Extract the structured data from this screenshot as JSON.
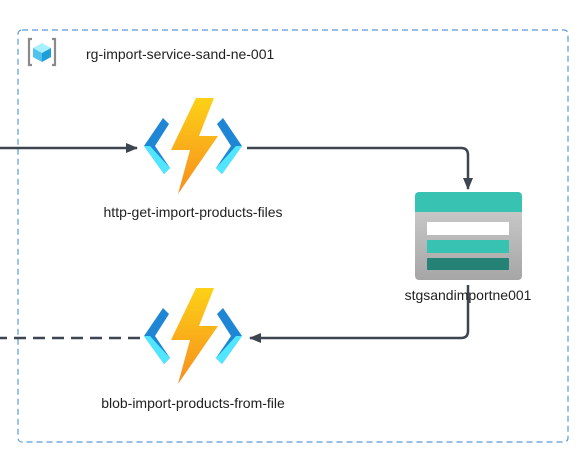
{
  "resource_group": {
    "name": "rg-import-service-sand-ne-001",
    "icon": "resource-group-icon"
  },
  "nodes": [
    {
      "id": "http-fn",
      "label": "http-get-import-products-files",
      "icon": "azure-function-icon"
    },
    {
      "id": "storage",
      "label": "stgsandimportne001",
      "icon": "storage-account-icon"
    },
    {
      "id": "blob-fn",
      "label": "blob-import-products-from-file",
      "icon": "azure-function-icon"
    }
  ],
  "edges": [
    {
      "from": "external",
      "to": "http-fn",
      "style": "solid"
    },
    {
      "from": "http-fn",
      "to": "storage",
      "style": "solid"
    },
    {
      "from": "storage",
      "to": "blob-fn",
      "style": "solid"
    },
    {
      "from": "blob-fn",
      "to": "external",
      "style": "dashed"
    }
  ],
  "colors": {
    "boundary": "#5a9bd8",
    "connector": "#3d4550",
    "bolt_light": "#fcd116",
    "bolt_dark": "#f78d1e",
    "bracket_blue": "#1f86d6",
    "bracket_cyan": "#50e6ff",
    "storage_teal": "#37c2b1",
    "storage_dark": "#258277",
    "storage_body": "#b8b8b8"
  }
}
